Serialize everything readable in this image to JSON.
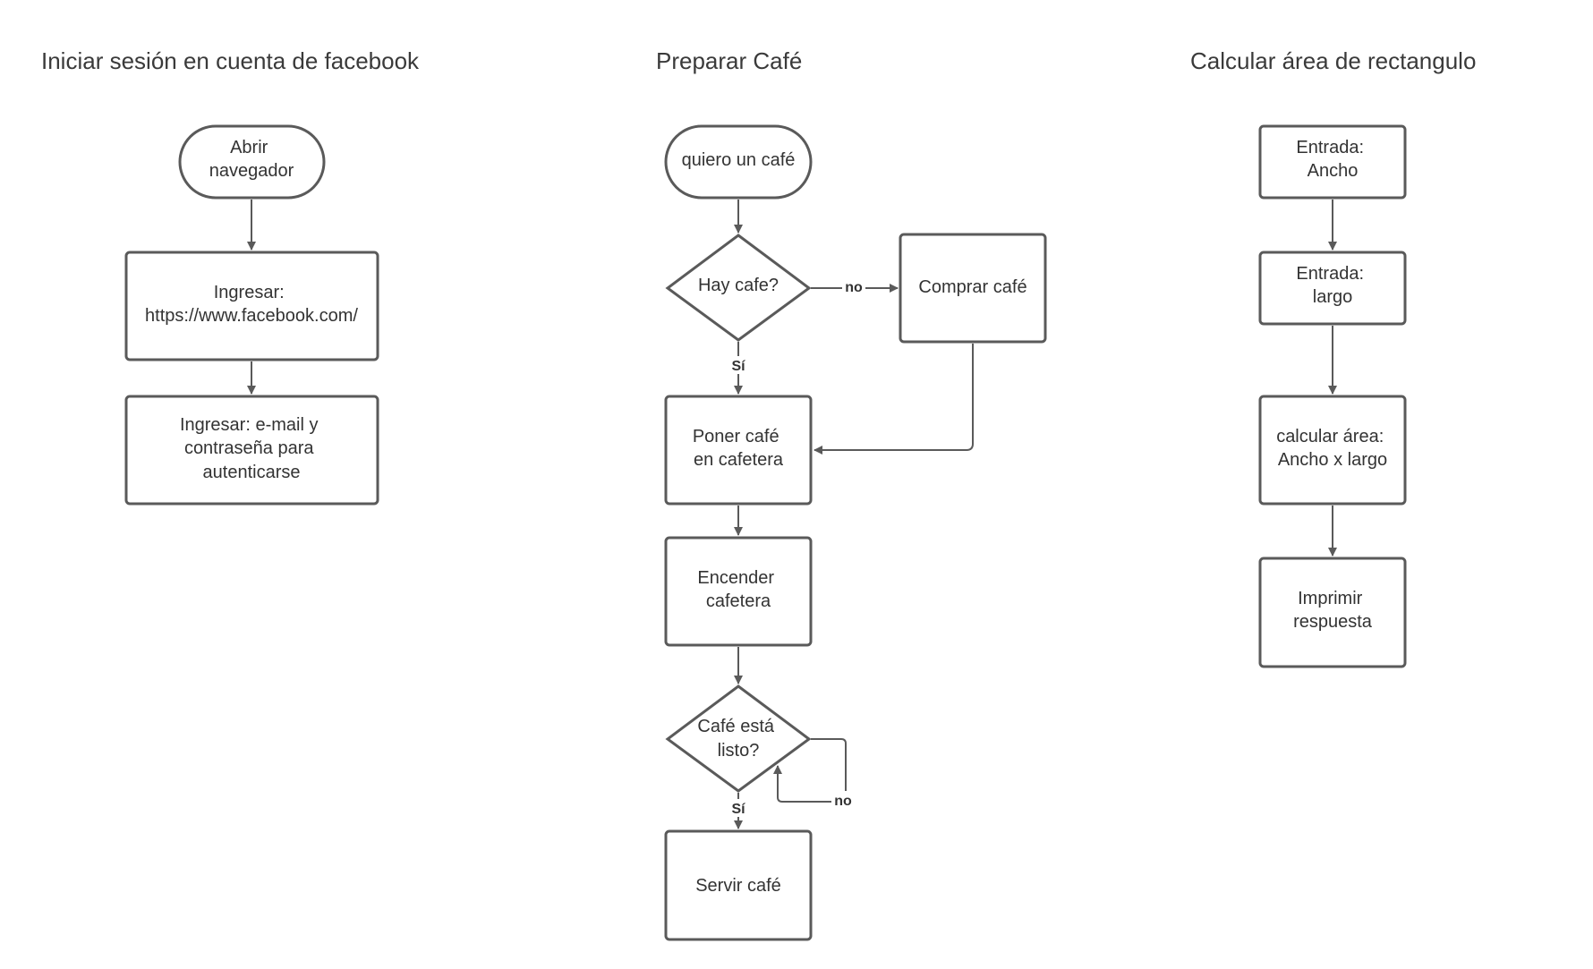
{
  "titles": {
    "facebook": "Iniciar sesión en cuenta de facebook",
    "cafe": "Preparar Café",
    "area": "Calcular área de rectangulo"
  },
  "facebook": {
    "start": [
      "Abrir",
      "navegador"
    ],
    "step1": [
      "Ingresar:",
      "https://www.facebook.com/"
    ],
    "step2": [
      "Ingresar: e-mail y",
      "contraseña para",
      "autenticarse"
    ]
  },
  "cafe": {
    "start": [
      "quiero un café"
    ],
    "decision1": [
      "Hay cafe?"
    ],
    "buy": [
      "Comprar café"
    ],
    "put": [
      "Poner café",
      "en cafetera"
    ],
    "turn_on": [
      "Encender",
      "cafetera"
    ],
    "decision2": [
      "Café está",
      "listo?"
    ],
    "serve": [
      "Servir café"
    ],
    "label_no": "no",
    "label_si": "Sí"
  },
  "area": {
    "input1": [
      "Entrada:",
      "Ancho"
    ],
    "input2": [
      "Entrada:",
      "largo"
    ],
    "calc": [
      "calcular área:",
      "Ancho x largo"
    ],
    "print": [
      "Imprimir",
      "respuesta"
    ]
  },
  "colors": {
    "stroke": "#5a5a5a",
    "text": "#333333",
    "background": "#ffffff"
  }
}
